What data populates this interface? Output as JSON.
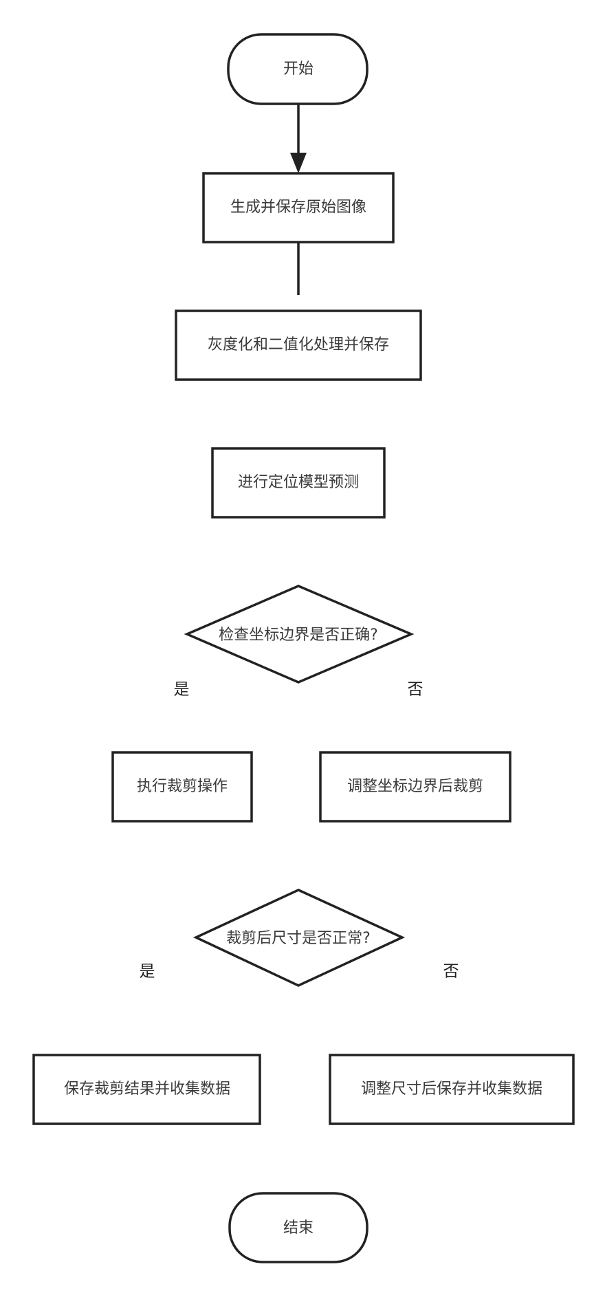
{
  "diagram": {
    "nodes": {
      "start": "开始",
      "generate": "生成并保存原始图像",
      "grayscale": "灰度化和二值化处理并保存",
      "predict": "进行定位模型预测",
      "check_bounds": "检查坐标边界是否正确?",
      "crop": "执行裁剪操作",
      "adjust_crop": "调整坐标边界后裁剪",
      "check_size": "裁剪后尺寸是否正常?",
      "save_collect": "保存裁剪结果并收集数据",
      "adjust_save": "调整尺寸后保存并收集数据",
      "end": "结束"
    },
    "edge_labels": {
      "bounds_yes": "是",
      "bounds_no": "否",
      "size_yes": "是",
      "size_no": "否"
    }
  }
}
